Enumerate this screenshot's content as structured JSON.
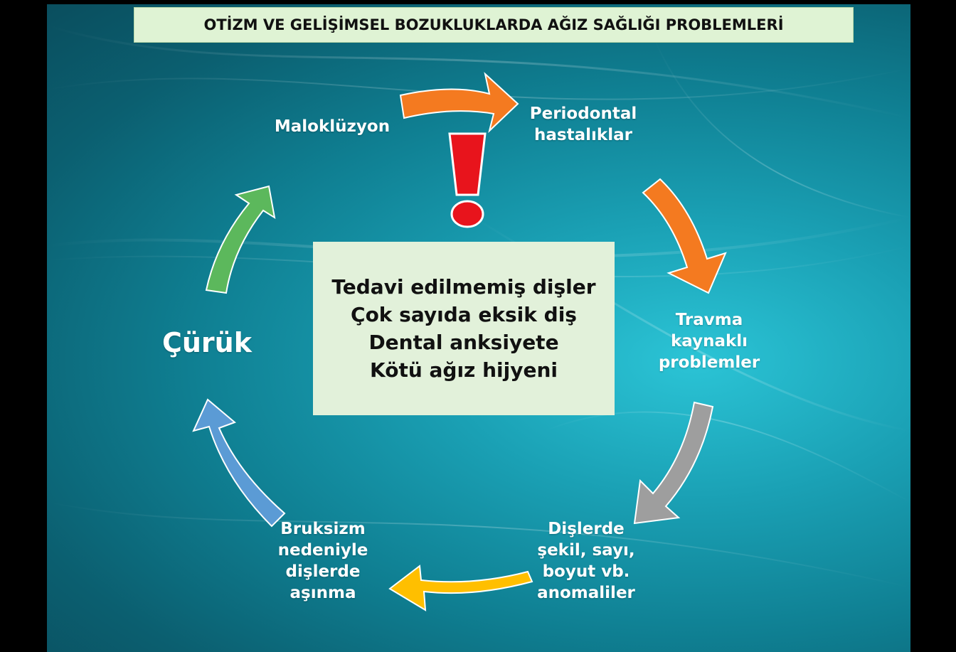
{
  "title": "OTİZM VE GELİŞİMSEL BOZUKLUKLARDA AĞIZ SAĞLIĞI PROBLEMLERİ",
  "cycle": {
    "maloklüzyon": "Maloklüzyon",
    "periodontal": [
      "Periodontal",
      "hastalıklar"
    ],
    "travma": [
      "Travma",
      "kaynaklı",
      "problemler"
    ],
    "anomaliler": [
      "Dişlerde",
      "şekil, sayı,",
      "boyut vb.",
      "anomaliler"
    ],
    "bruksizm": [
      "Bruksizm",
      "nedeniyle",
      "dişlerde",
      "aşınma"
    ],
    "curuk": "Çürük"
  },
  "center": {
    "lines": [
      "Tedavi edilmemiş dişler",
      "Çok sayıda eksik diş",
      "Dental anksiyete",
      "Kötü ağız hijyeni"
    ]
  },
  "colors": {
    "title_bg": "#dff3d4",
    "center_bg": "#e2f1da",
    "arrow_orange": "#f47a20",
    "arrow_gray": "#9e9e9e",
    "arrow_yellow": "#ffbf00",
    "arrow_blue": "#5b9bd5",
    "arrow_green": "#5cb85c",
    "exclamation": "#e8141c"
  },
  "icons": {
    "warning": "exclamation-icon"
  }
}
